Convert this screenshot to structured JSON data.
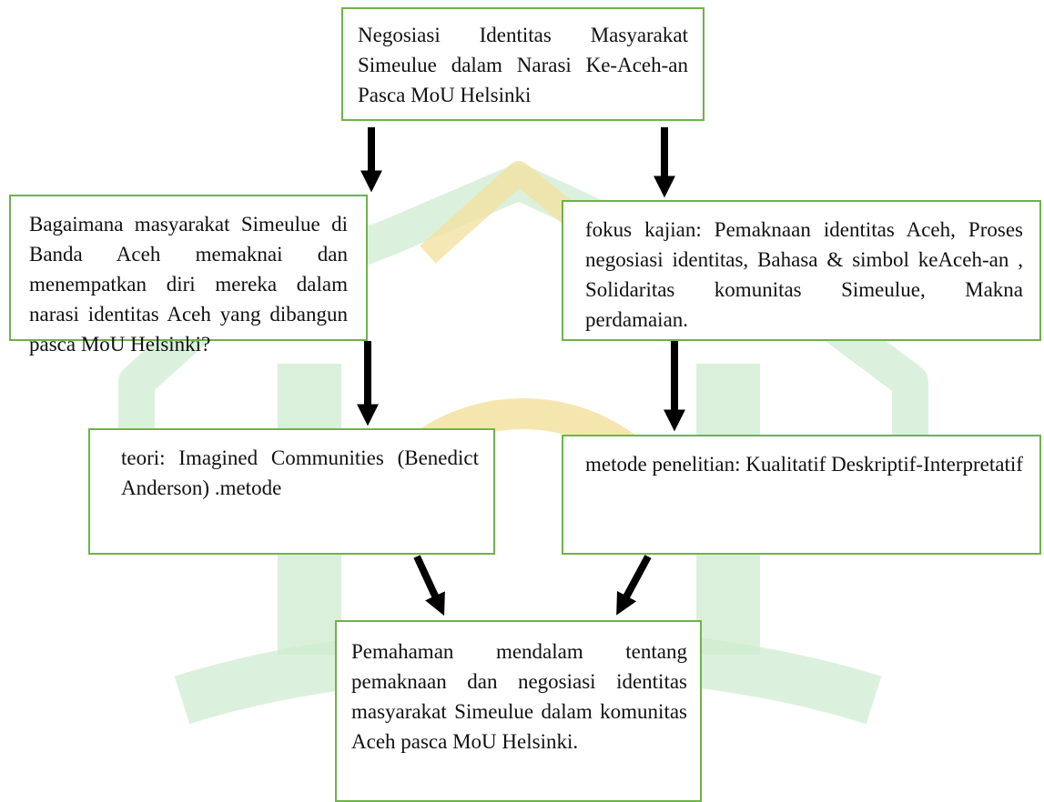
{
  "colors": {
    "box_border": "#6fb24a",
    "arrow": "#000000",
    "watermark_green": "#cdebcf",
    "watermark_yellow": "#f3e2a2"
  },
  "diagram": {
    "title": "Negosiasi Identitas Masyarakat Simeulue dalam Narasi Ke-Aceh-an Pasca MoU Helsinki",
    "question": "Bagaimana masyarakat Simeulue di Banda Aceh memaknai dan menempatkan diri mereka dalam narasi identitas Aceh yang dibangun pasca MoU Helsinki?",
    "focus": "fokus kajian: Pemaknaan identitas Aceh, Proses negosiasi identitas, Bahasa & simbol keAceh-an , Solidaritas komunitas Simeulue, Makna perdamaian.",
    "theory": "teori: Imagined Communities (Benedict Anderson) .metode",
    "method": "metode penelitian: Kualitatif Deskriptif-Interpretatif",
    "result": "Pemahaman mendalam tentang pemaknaan dan negosiasi identitas masyarakat Simeulue dalam komunitas Aceh pasca MoU Helsinki."
  }
}
